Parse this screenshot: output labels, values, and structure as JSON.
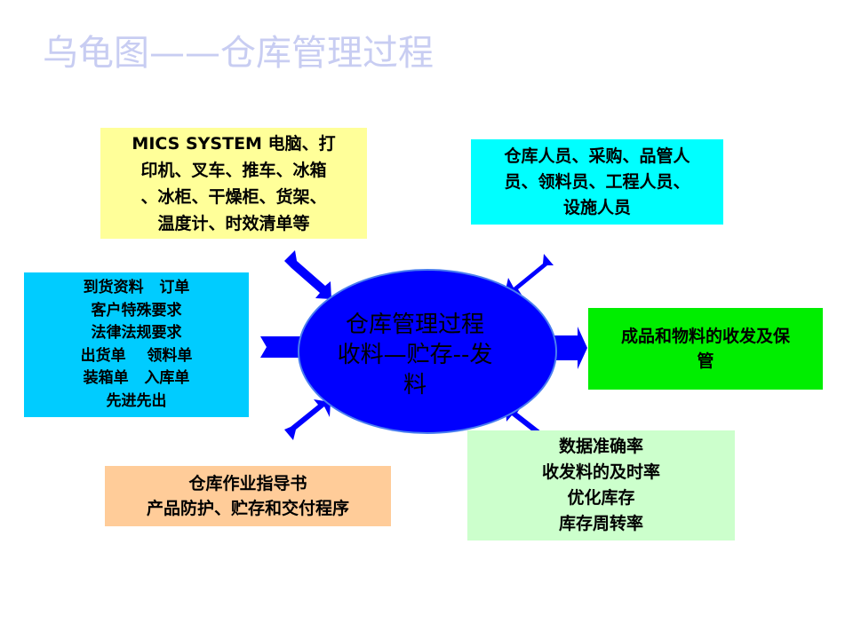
{
  "title": "乌龟图——仓库管理过程",
  "center": {
    "lines": [
      "仓库管理过程",
      "收料—贮存--发",
      "料"
    ],
    "fill": "#0000ff"
  },
  "boxes": {
    "equipment": {
      "role": "with what (resources)",
      "lines": [
        "MICS SYSTEM 电脑、打",
        "印机、叉车、推车、冰箱",
        "、冰柜、干燥柜、货架、",
        "温度计、时效清单等"
      ],
      "color": "#ffff99"
    },
    "people": {
      "role": "with whom",
      "lines": [
        "仓库人员、采购、品管人",
        "员、领料员、工程人员、",
        "设施人员"
      ],
      "color": "#00ffff"
    },
    "inputs": {
      "role": "inputs",
      "lines": [
        "到货资料   订单",
        "客户特殊要求",
        "法律法规要求",
        "出货单    领料单",
        "装箱单   入库单",
        "先进先出"
      ],
      "color": "#00ccff"
    },
    "output": {
      "role": "outputs",
      "lines": [
        "成品和物料的收发及保",
        "管"
      ],
      "color": "#00ee00"
    },
    "method": {
      "role": "how (methods)",
      "lines": [
        "仓库作业指导书",
        "产品防护、贮存和交付程序"
      ],
      "color": "#ffcc99"
    },
    "metrics": {
      "role": "measures",
      "lines": [
        "数据准确率",
        "收发料的及时率",
        "优化库存",
        "库存周转率"
      ],
      "color": "#ccffcc"
    }
  },
  "arrow_color": "#0000ff"
}
